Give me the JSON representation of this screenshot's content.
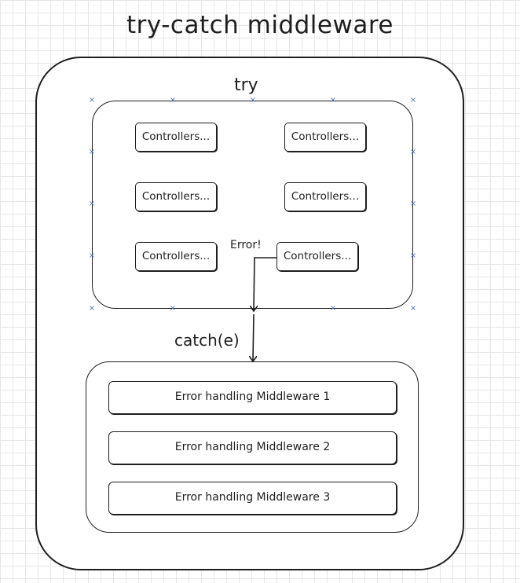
{
  "title": "try-catch middleware",
  "try_label": "try",
  "catch_label": "catch(e)",
  "error_label": "Error!",
  "controllers": [
    "Controllers...",
    "Controllers...",
    "Controllers...",
    "Controllers...",
    "Controllers...",
    "Controllers..."
  ],
  "middlewares": [
    "Error handling Middleware 1",
    "Error handling Middleware 2",
    "Error handling Middleware 3"
  ],
  "selection_handle_glyph": "×",
  "colors": {
    "stroke": "#1e1e1e",
    "selection": "#4a72c4",
    "grid": "#e6e6e6"
  }
}
